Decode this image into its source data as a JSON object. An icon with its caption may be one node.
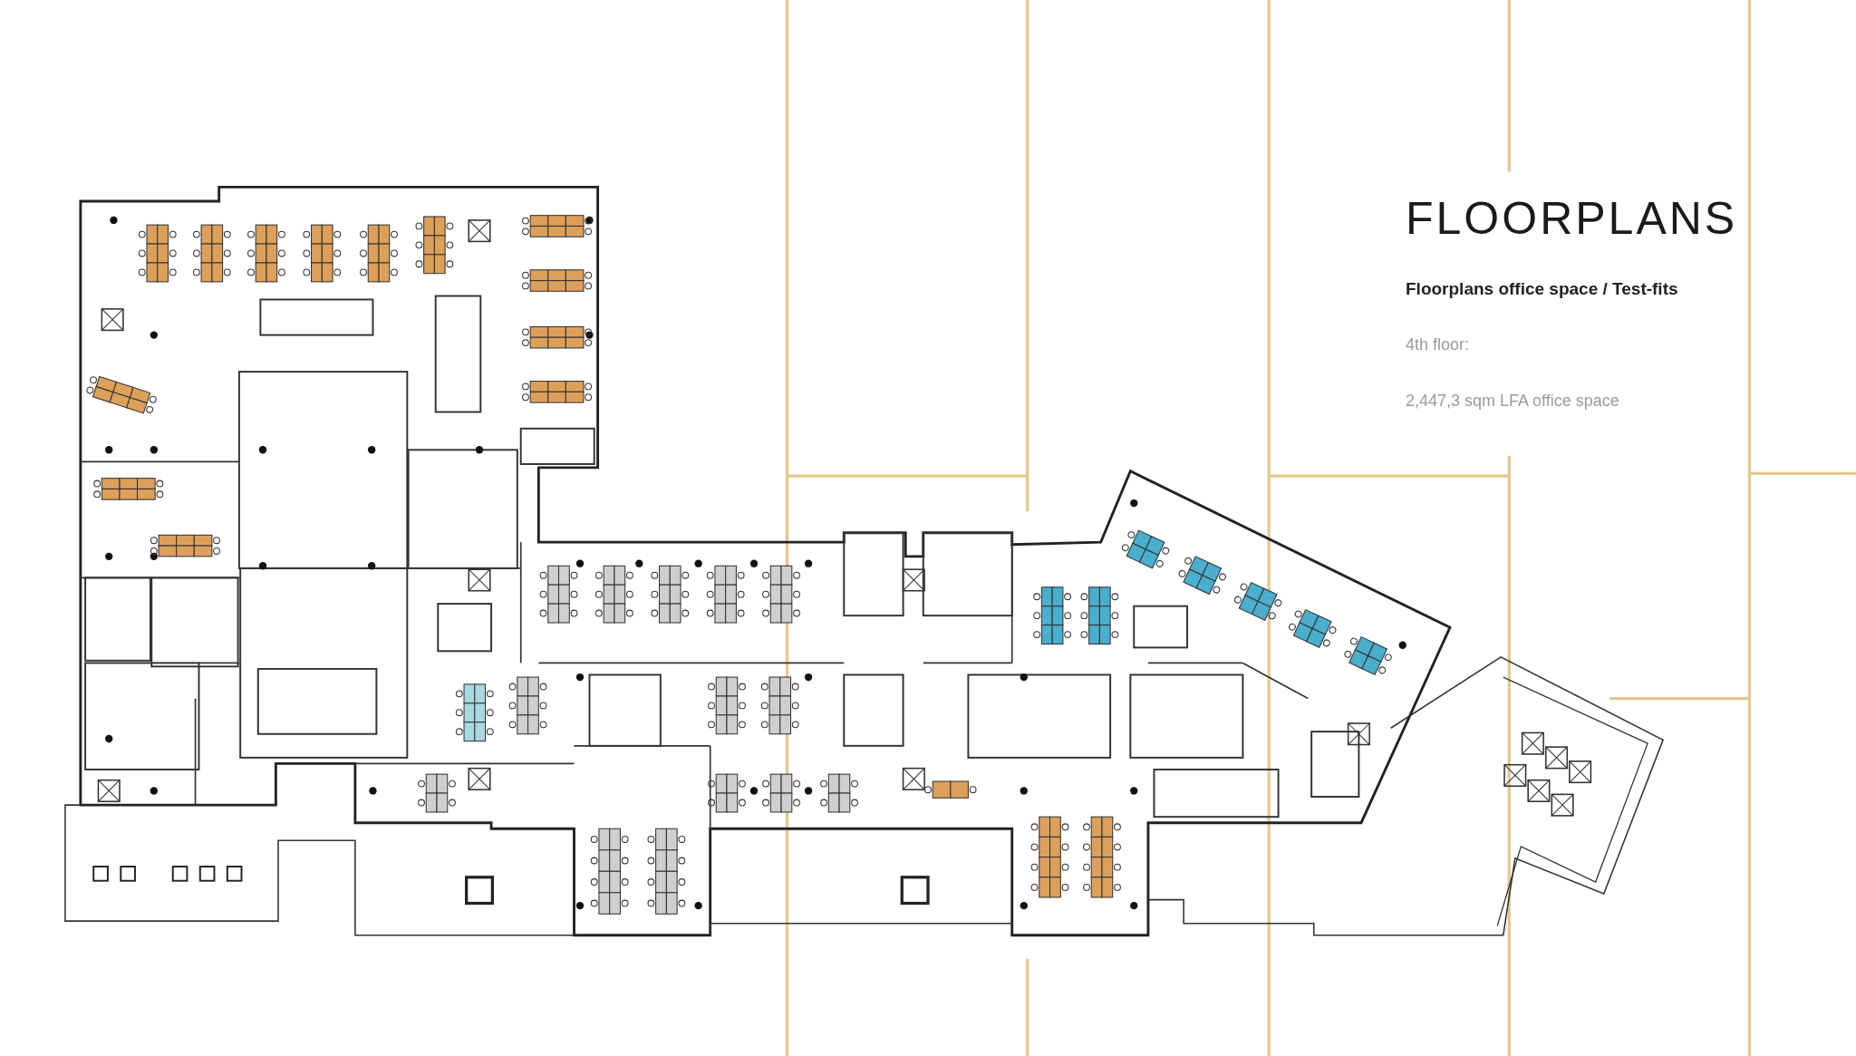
{
  "diagram": {
    "title": "FLOORPLANS",
    "labels": [
      "Floorplans office space / Test-fits",
      "4th floor:",
      "2,447,3 sqm LFA office space"
    ]
  }
}
